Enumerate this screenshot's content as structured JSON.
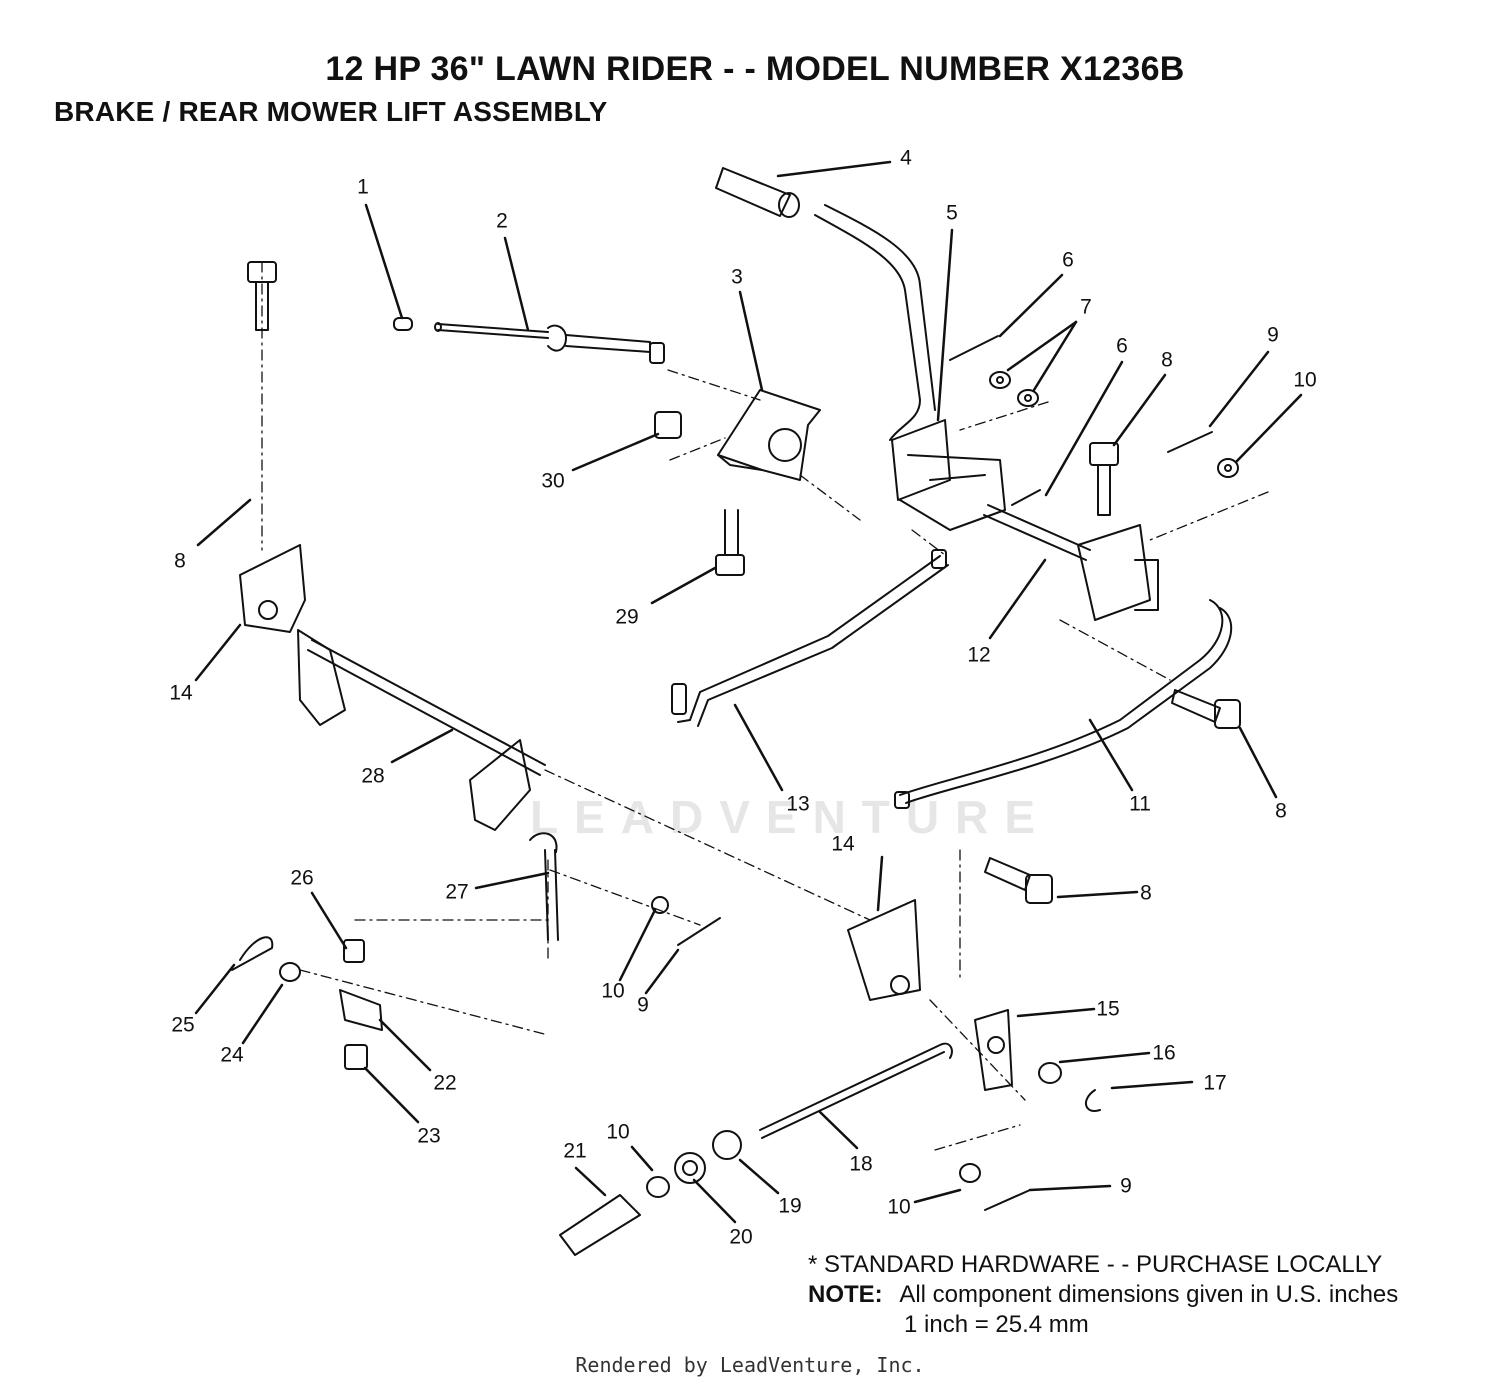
{
  "title": "12 HP 36\" LAWN RIDER - - MODEL NUMBER X1236B",
  "subtitle": "BRAKE / REAR MOWER LIFT ASSEMBLY",
  "notes": {
    "standard_hardware": "* STANDARD HARDWARE - - PURCHASE LOCALLY",
    "note_label": "NOTE:",
    "note_text": "All component dimensions given in U.S. inches",
    "conversion": "1 inch = 25.4 mm"
  },
  "watermark": "LEADVENTURE",
  "footer": "Rendered by LeadVenture, Inc.",
  "callouts": [
    "1",
    "2",
    "3",
    "4",
    "5",
    "6",
    "7",
    "6",
    "8",
    "9",
    "10",
    "8",
    "30",
    "29",
    "14",
    "12",
    "28",
    "13",
    "11",
    "8",
    "14",
    "8",
    "27",
    "26",
    "10",
    "9",
    "25",
    "24",
    "22",
    "23",
    "15",
    "16",
    "17",
    "21",
    "10",
    "18",
    "19",
    "20",
    "10",
    "9"
  ]
}
